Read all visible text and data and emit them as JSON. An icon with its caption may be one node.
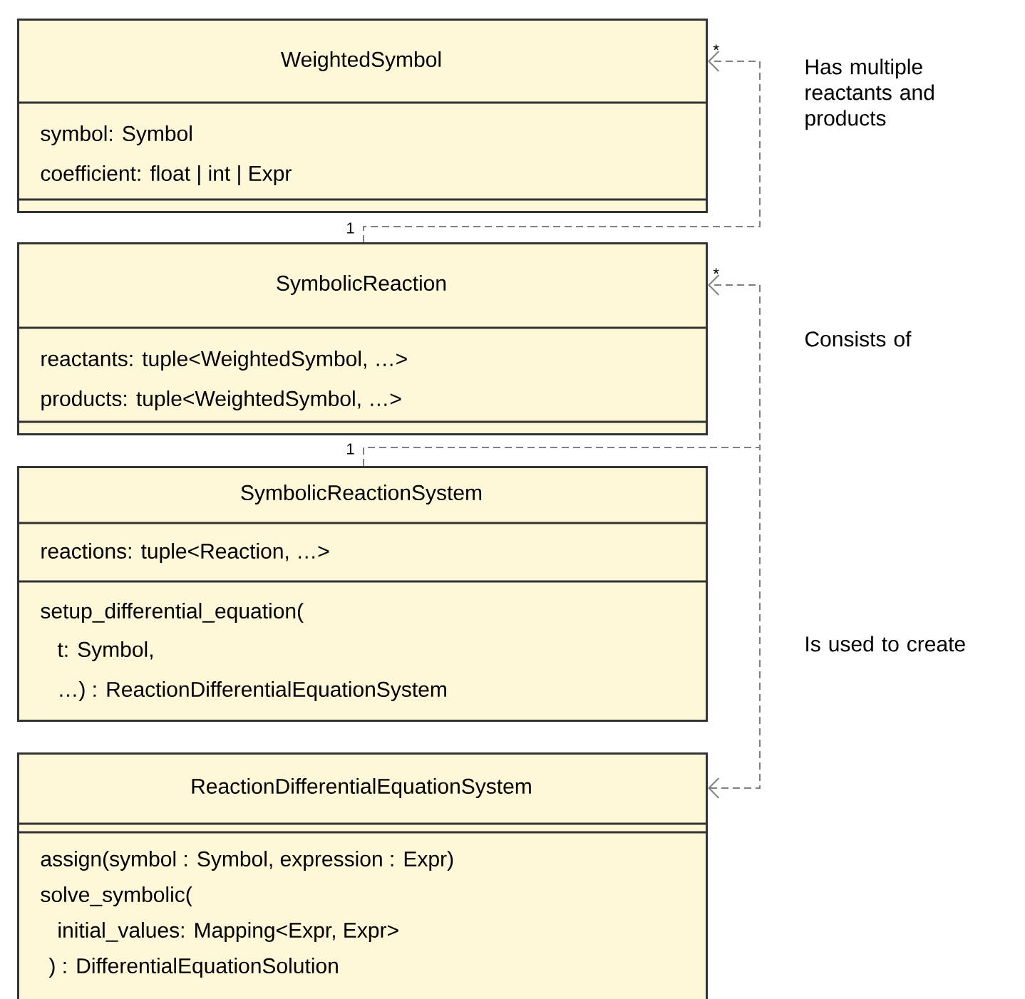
{
  "diagram": {
    "nodes": [
      {
        "text": [
          "WeightedSymbol",
          "symbol: Symbol",
          "coefficient: float | int | Expr"
        ]
      },
      {
        "text": [
          "SymbolicReaction",
          "reactants: tuple<WeightedSymbol, …>",
          "products: tuple<WeightedSymbol, …>"
        ]
      },
      {
        "text": [
          "SymbolicReactionSystem",
          "reactions: tuple<Reaction, …>",
          "setup_differential_equation(",
          "t: Symbol,",
          "…) : ReactionDifferentialEquationSystem"
        ]
      },
      {
        "text": [
          "ReactionDifferentialEquationSystem",
          "assign(symbol : Symbol, expression : Expr)",
          "solve_symbolic(",
          "initial_values: Mapping<Expr, Expr>",
          ") : DifferentialEquationSolution"
        ]
      }
    ],
    "edges": [
      {
        "from": 1,
        "to": 0,
        "arrow": "to",
        "style": "dashed",
        "label": "Has multiple reactants and products"
      },
      {
        "from": 2,
        "to": 1,
        "arrow": "to",
        "style": "dashed",
        "label": "Consists of"
      },
      {
        "from": 2,
        "to": 3,
        "arrow": "to",
        "style": "dashed",
        "label": "Is used to create"
      }
    ],
    "labels": [
      "*",
      "1",
      "*",
      "1"
    ]
  }
}
